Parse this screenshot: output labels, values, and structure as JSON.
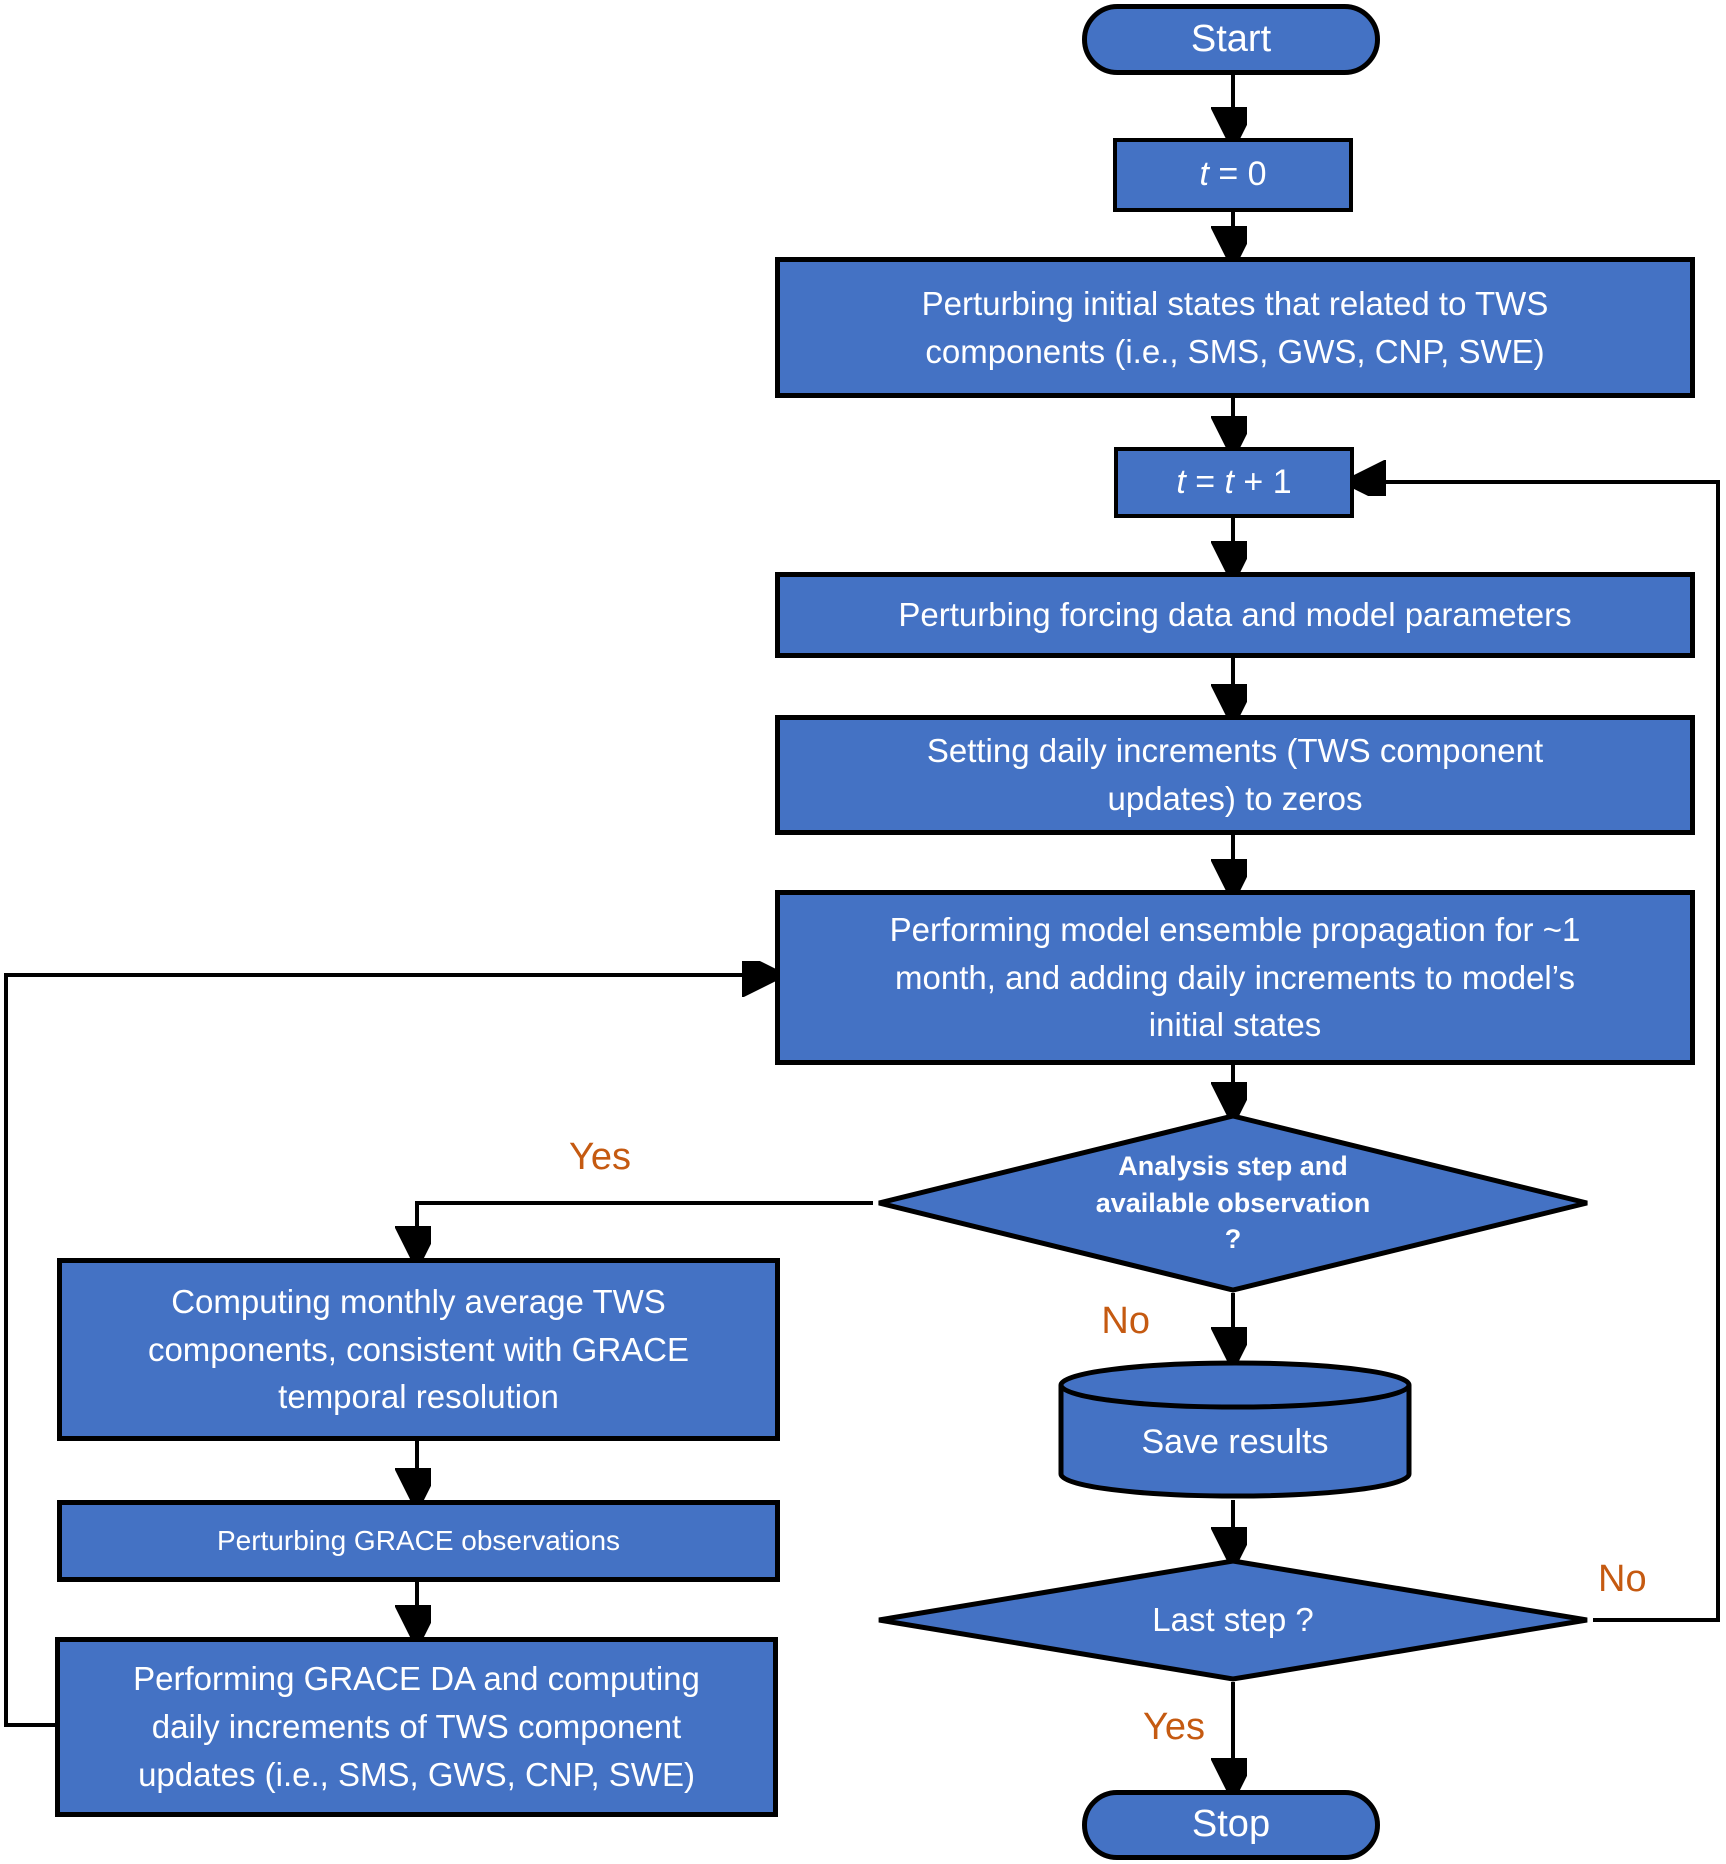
{
  "flowchart": {
    "colors": {
      "node_fill": "#4472C4",
      "node_border": "#000000",
      "node_text": "#FFFFFF",
      "branch_label": "#C55A11",
      "connector": "#000000",
      "background": "#FFFFFF"
    },
    "nodes": {
      "start": {
        "type": "terminator",
        "label": "Start"
      },
      "t_init": {
        "type": "process",
        "var": "t",
        "rest": " = 0"
      },
      "perturb_initial_states": {
        "type": "process",
        "lines": [
          "Perturbing initial states that related to TWS",
          "components (i.e., SMS, GWS, CNP, SWE)"
        ]
      },
      "t_increment": {
        "type": "process",
        "var1": "t",
        "mid": " = ",
        "var2": "t",
        "end": " + 1"
      },
      "perturb_forcing": {
        "type": "process",
        "label": "Perturbing forcing data and model parameters"
      },
      "set_increments": {
        "type": "process",
        "lines": [
          "Setting daily increments (TWS component",
          "updates) to zeros"
        ]
      },
      "model_propagation": {
        "type": "process",
        "lines": [
          "Performing model ensemble propagation for ~1",
          "month, and adding daily increments to model’s",
          "initial states"
        ]
      },
      "analysis_decision": {
        "type": "decision",
        "lines": [
          "Analysis step and",
          "available observation",
          "?"
        ]
      },
      "save_results": {
        "type": "data-store",
        "label": "Save results"
      },
      "last_step_decision": {
        "type": "decision",
        "label": "Last step ?"
      },
      "stop": {
        "type": "terminator",
        "label": "Stop"
      },
      "compute_monthly_tws": {
        "type": "process",
        "lines": [
          "Computing monthly average TWS",
          "components, consistent with GRACE",
          "temporal resolution"
        ]
      },
      "perturb_grace_obs": {
        "type": "process",
        "label": "Perturbing GRACE observations"
      },
      "grace_da": {
        "type": "process",
        "lines": [
          "Performing GRACE DA and computing",
          "daily increments of TWS component",
          "updates (i.e., SMS, GWS, CNP, SWE)"
        ]
      }
    },
    "branch_labels": {
      "analysis_yes": "Yes",
      "analysis_no": "No",
      "last_step_no": "No",
      "last_step_yes": "Yes"
    }
  }
}
